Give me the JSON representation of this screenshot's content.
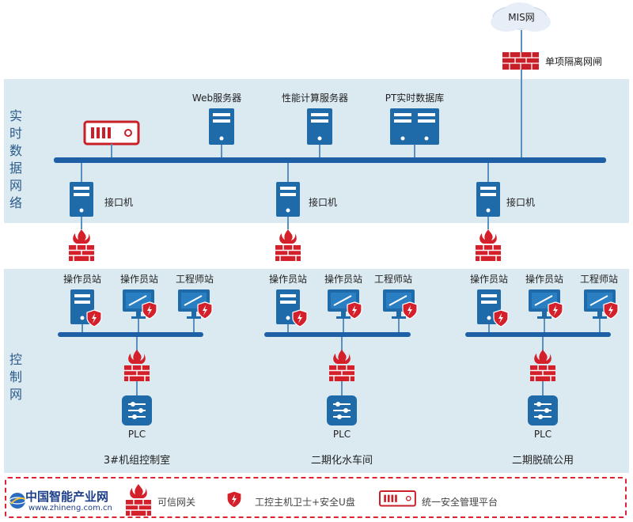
{
  "cloud": {
    "label": "MIS网"
  },
  "gateway": {
    "label": "单项隔离网闸"
  },
  "zones": {
    "realtime": {
      "label": "实时数据网络"
    },
    "control": {
      "label": "控制网"
    }
  },
  "servers": [
    {
      "label": "Web服务器"
    },
    {
      "label": "性能计算服务器"
    },
    {
      "label": "PT实时数据库"
    }
  ],
  "interfaces": [
    {
      "label": "接口机"
    },
    {
      "label": "接口机"
    },
    {
      "label": "接口机"
    }
  ],
  "groups": [
    {
      "stations": [
        "操作员站",
        "操作员站",
        "工程师站"
      ],
      "plc": "PLC",
      "name": "3#机组控制室"
    },
    {
      "stations": [
        "操作员站",
        "操作员站",
        "工程师站"
      ],
      "plc": "PLC",
      "name": "二期化水车间"
    },
    {
      "stations": [
        "操作员站",
        "操作员站",
        "工程师站"
      ],
      "plc": "PLC",
      "name": "二期脱硫公用"
    }
  ],
  "legend": {
    "logo_text": "中国智能产业网",
    "logo_url": "www.zhineng.com.cn",
    "items": [
      "可信网关",
      "工控主机卫士+安全U盘",
      "统一安全管理平台"
    ]
  },
  "colors": {
    "zone_bg": "#dbe9f1",
    "blue": "#1f6aa8",
    "red": "#d4202a",
    "bus": "#1e5fa5"
  }
}
